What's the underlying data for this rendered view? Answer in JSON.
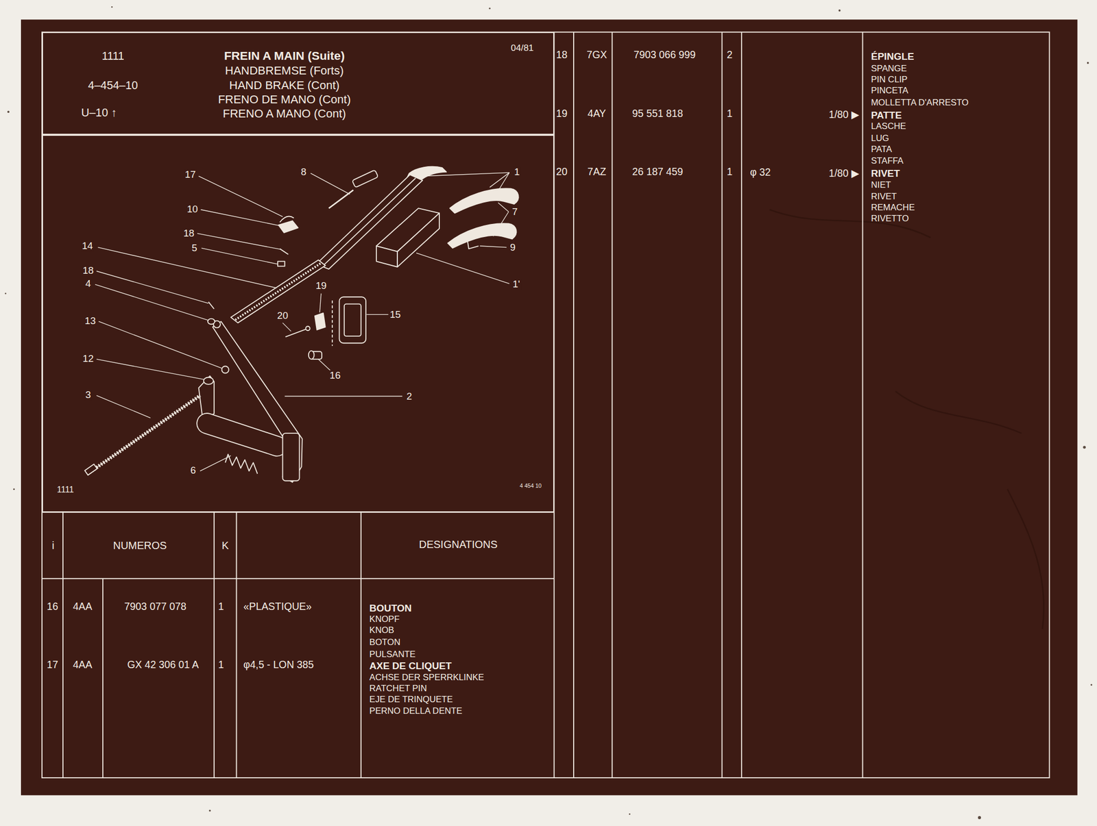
{
  "diagram": {
    "nodes": [
      {
        "text": [
          "1111",
          "4–454–10",
          "U–10 ↑",
          "FREIN A MAIN (Suite)",
          "HANDBREMSE (Forts)",
          "HAND BRAKE (Cont)",
          "FRENO DE MANO (Cont)",
          "FRENO A MANO (Cont)",
          "04/81"
        ]
      },
      {
        "text": [
          "1111",
          "4 454 10"
        ]
      }
    ],
    "labels": [
      "17",
      "8",
      "1",
      "10",
      "18",
      "5",
      "14",
      "7",
      "18",
      "4",
      "9",
      "1'",
      "19",
      "13",
      "20",
      "15",
      "12",
      "16",
      "3",
      "2",
      "6",
      "i",
      "NUMEROS",
      "K",
      "DESIGNATIONS",
      "16",
      "4AA",
      "7903 077 078",
      "1",
      "«PLASTIQUE»",
      "BOUTON",
      "KNOPF",
      "KNOB",
      "BOTON",
      "PULSANTE",
      "17",
      "4AA",
      "GX 42 306 01 A",
      "1",
      "φ4,5 - LON 385",
      "AXE DE CLIQUET",
      "ACHSE DER SPERRKLINKE",
      "RATCHET PIN",
      "EJE DE TRINQUETE",
      "PERNO DELLA DENTE",
      "18",
      "7GX",
      "7903 066 999",
      "2",
      "ÉPINGLE",
      "SPANGE",
      "PIN CLIP",
      "PINCETA",
      "MOLLETTA D'ARRESTO",
      "19",
      "4AY",
      "95 551 818",
      "1",
      "1/80 ▶",
      "PATTE",
      "LASCHE",
      "LUG",
      "PATA",
      "STAFFA",
      "20",
      "7AZ",
      "26 187 459",
      "1",
      "φ 32",
      "1/80 ▶",
      "RIVET",
      "NIET",
      "RIVET",
      "REMACHE",
      "RIVETTO"
    ]
  }
}
